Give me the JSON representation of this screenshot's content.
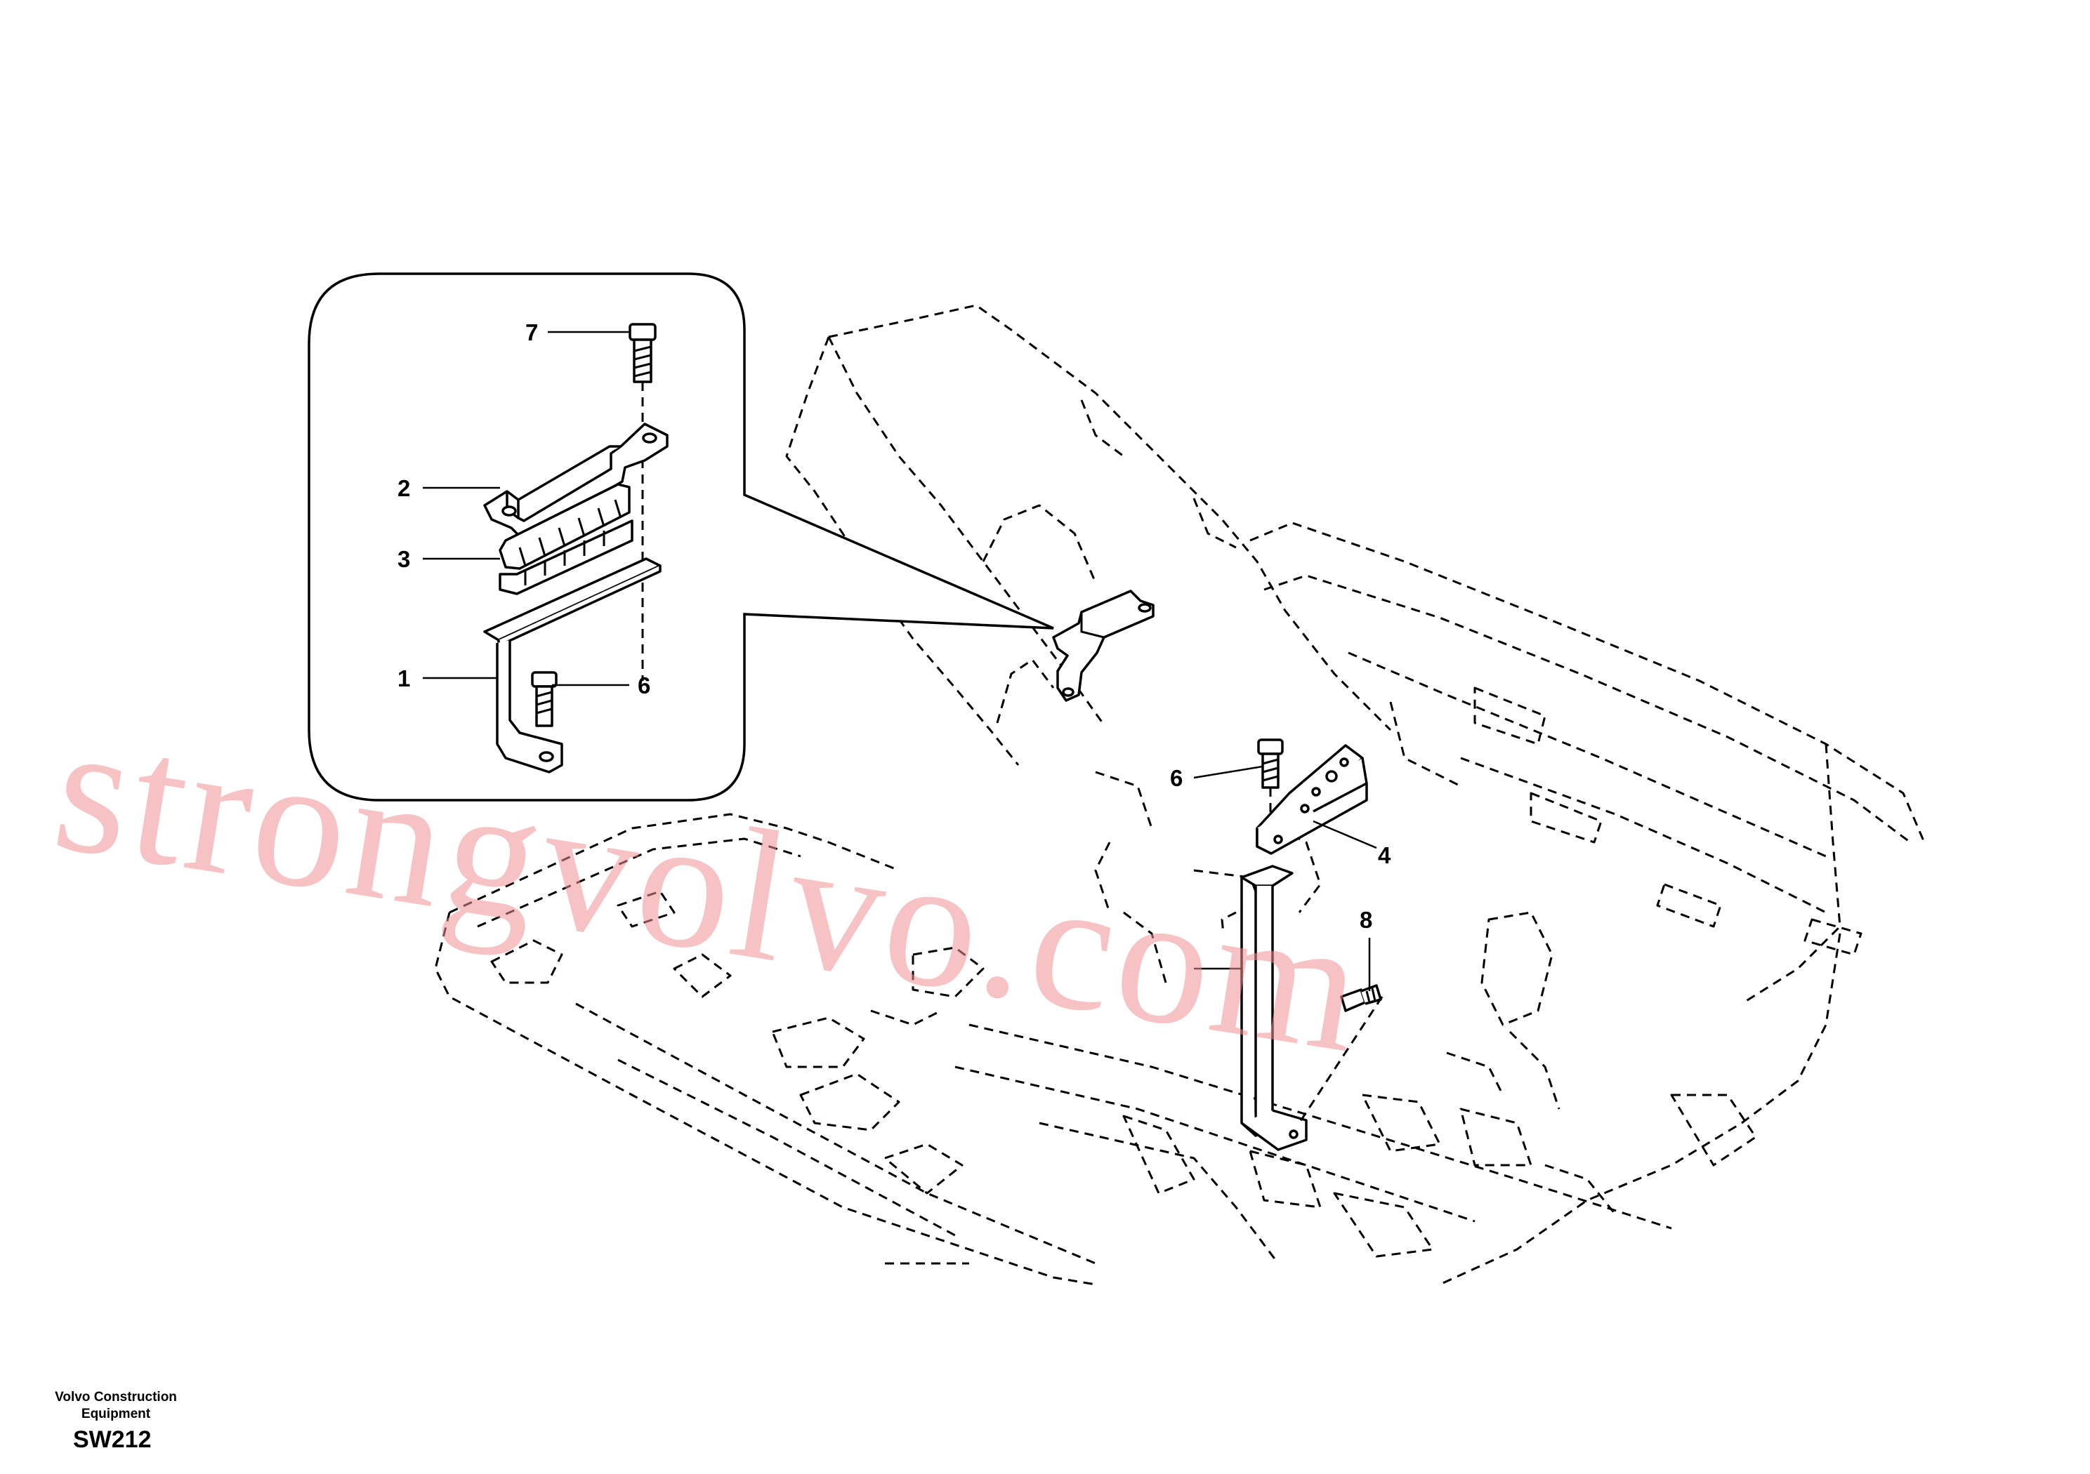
{
  "callouts": [
    {
      "id": "inset-7",
      "text": "7"
    },
    {
      "id": "inset-2",
      "text": "2"
    },
    {
      "id": "inset-3",
      "text": "3"
    },
    {
      "id": "inset-1",
      "text": "1"
    },
    {
      "id": "inset-6",
      "text": "6"
    },
    {
      "id": "main-6",
      "text": "6"
    },
    {
      "id": "main-4",
      "text": "4"
    },
    {
      "id": "main-8",
      "text": "8"
    }
  ],
  "watermark": "strongvolvo.com",
  "footer": {
    "brand_line1": "Volvo Construction",
    "brand_line2": "Equipment",
    "code": "SW212"
  }
}
